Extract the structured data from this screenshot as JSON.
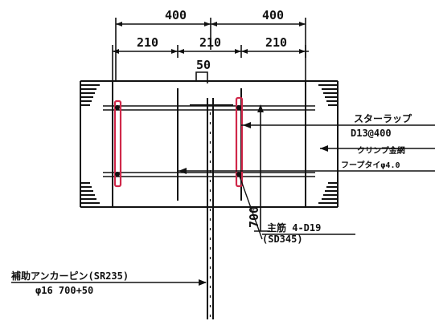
{
  "dimensions": {
    "top_left": "400",
    "top_right": "400",
    "mid_left": "210",
    "mid_center": "210",
    "mid_right": "210",
    "small": "50",
    "vertical": "700"
  },
  "labels": {
    "stirrup_name": "スターラップ",
    "stirrup_spec": "D13@400",
    "crimp_band": "クリンプ金網",
    "hoop_tie": "フープタイφ4.0",
    "main_bar_name": "主筋 4-D19",
    "main_bar_grade": "(SD345)",
    "anchor_pin": "補助アンカーピン(SR235)",
    "anchor_pin_spec": "φ16 700+50"
  },
  "colors": {
    "line": "#111111",
    "stirrup": "#d0284a",
    "background": "#ffffff"
  }
}
